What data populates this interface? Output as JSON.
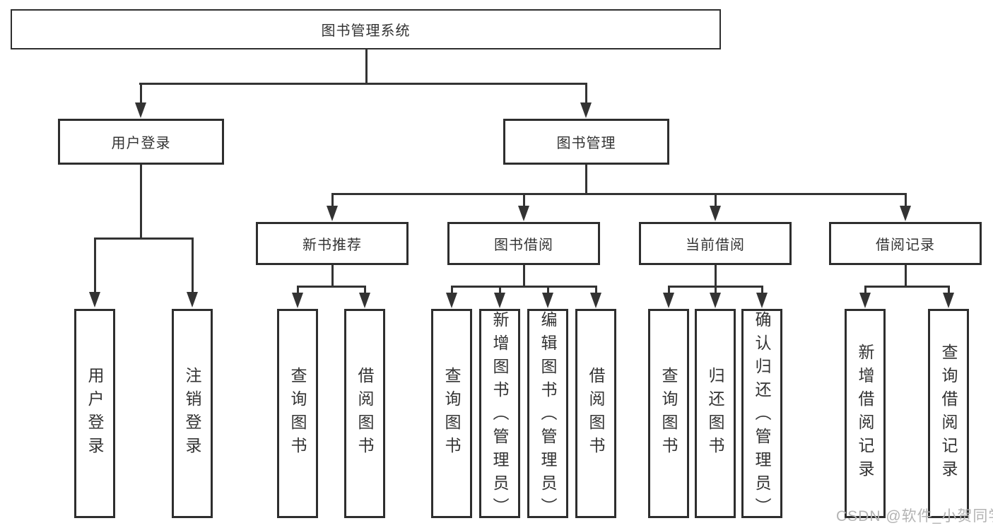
{
  "nodes": {
    "root": {
      "label": "图书管理系统"
    },
    "user_login": {
      "label": "用户登录"
    },
    "book_mgmt": {
      "label": "图书管理"
    },
    "new_book_rec": {
      "label": "新书推荐"
    },
    "book_borrow": {
      "label": "图书借阅"
    },
    "current_borrow": {
      "label": "当前借阅"
    },
    "borrow_records": {
      "label": "借阅记录"
    },
    "leaf_ul_login": {
      "label": "用户登录"
    },
    "leaf_ul_logout": {
      "label": "注销登录"
    },
    "leaf_nr_query": {
      "label": "查询图书"
    },
    "leaf_nr_borrow": {
      "label": "借阅图书"
    },
    "leaf_bb_query": {
      "label": "查询图书"
    },
    "leaf_bb_add": {
      "label": "新增图书（管理员）"
    },
    "leaf_bb_edit": {
      "label": "编辑图书（管理员）"
    },
    "leaf_bb_borrow": {
      "label": "借阅图书"
    },
    "leaf_cb_query": {
      "label": "查询图书"
    },
    "leaf_cb_return": {
      "label": "归还图书"
    },
    "leaf_cb_confirm": {
      "label": "确认归还（管理员）"
    },
    "leaf_br_add": {
      "label": "新增借阅记录"
    },
    "leaf_br_query": {
      "label": "查询借阅记录"
    }
  },
  "hierarchy": {
    "图书管理系统": {
      "用户登录": [
        "用户登录",
        "注销登录"
      ],
      "图书管理": {
        "新书推荐": [
          "查询图书",
          "借阅图书"
        ],
        "图书借阅": [
          "查询图书",
          "新增图书（管理员）",
          "编辑图书（管理员）",
          "借阅图书"
        ],
        "当前借阅": [
          "查询图书",
          "归还图书",
          "确认归还（管理员）"
        ],
        "借阅记录": [
          "新增借阅记录",
          "查询借阅记录"
        ]
      }
    }
  },
  "watermark": {
    "text": "CSDN @软件_小贺同学"
  },
  "colors": {
    "line": "#333333",
    "box_border": "#2e2e2e",
    "text": "#333333",
    "background": "#ffffff",
    "watermark": "#b3b3b3"
  }
}
